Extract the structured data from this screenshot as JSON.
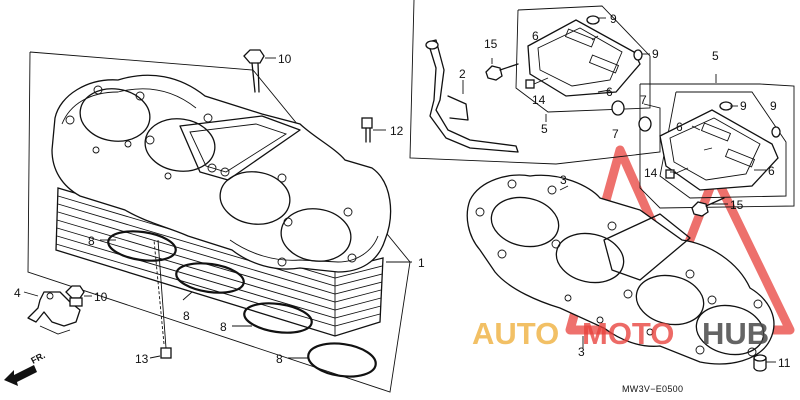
{
  "callouts": {
    "c1": "1",
    "c2": "2",
    "c3": "3",
    "c4": "4",
    "c5a": "5",
    "c5b": "5",
    "c6a": "6",
    "c6b": "6",
    "c6c": "6",
    "c6d": "6",
    "c7a": "7",
    "c7b": "7",
    "c8a": "8",
    "c8b": "8",
    "c8c": "8",
    "c8d": "8",
    "c9a": "9",
    "c9b": "9",
    "c9c": "9",
    "c9d": "9",
    "c10a": "10",
    "c10b": "10",
    "c11": "11",
    "c12": "12",
    "c13": "13",
    "c14a": "14",
    "c14b": "14",
    "c15a": "15",
    "c15b": "15"
  },
  "front_label": "FR.",
  "diagram_code": "MW3V−E0500",
  "watermark": {
    "auto": "AUTO",
    "moto": "MOTO",
    "hub": "HUB",
    "colors": {
      "auto": "#f0b64b",
      "moto": "#e8413c",
      "hub": "#4a4a4a"
    }
  }
}
